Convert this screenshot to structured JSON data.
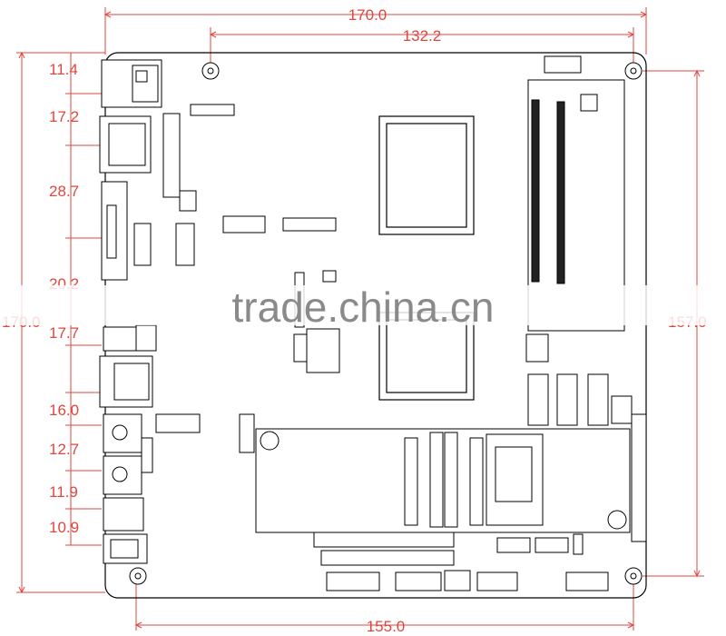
{
  "dimensions": {
    "top_width": "170.0",
    "top_hole_span": "132.2",
    "bottom_hole_span": "155.0",
    "left_height": "170.0",
    "right_hole_span": "157.0",
    "port_pitches": [
      "11.4",
      "17.2",
      "28.7",
      "20.2",
      "17.7",
      "16.0",
      "12.7",
      "11.9",
      "10.9"
    ]
  },
  "watermark": "trade.china.cn",
  "colors": {
    "dimension_line": "#e0463f",
    "outline": "#000000",
    "watermark": "#8a8a8a"
  }
}
